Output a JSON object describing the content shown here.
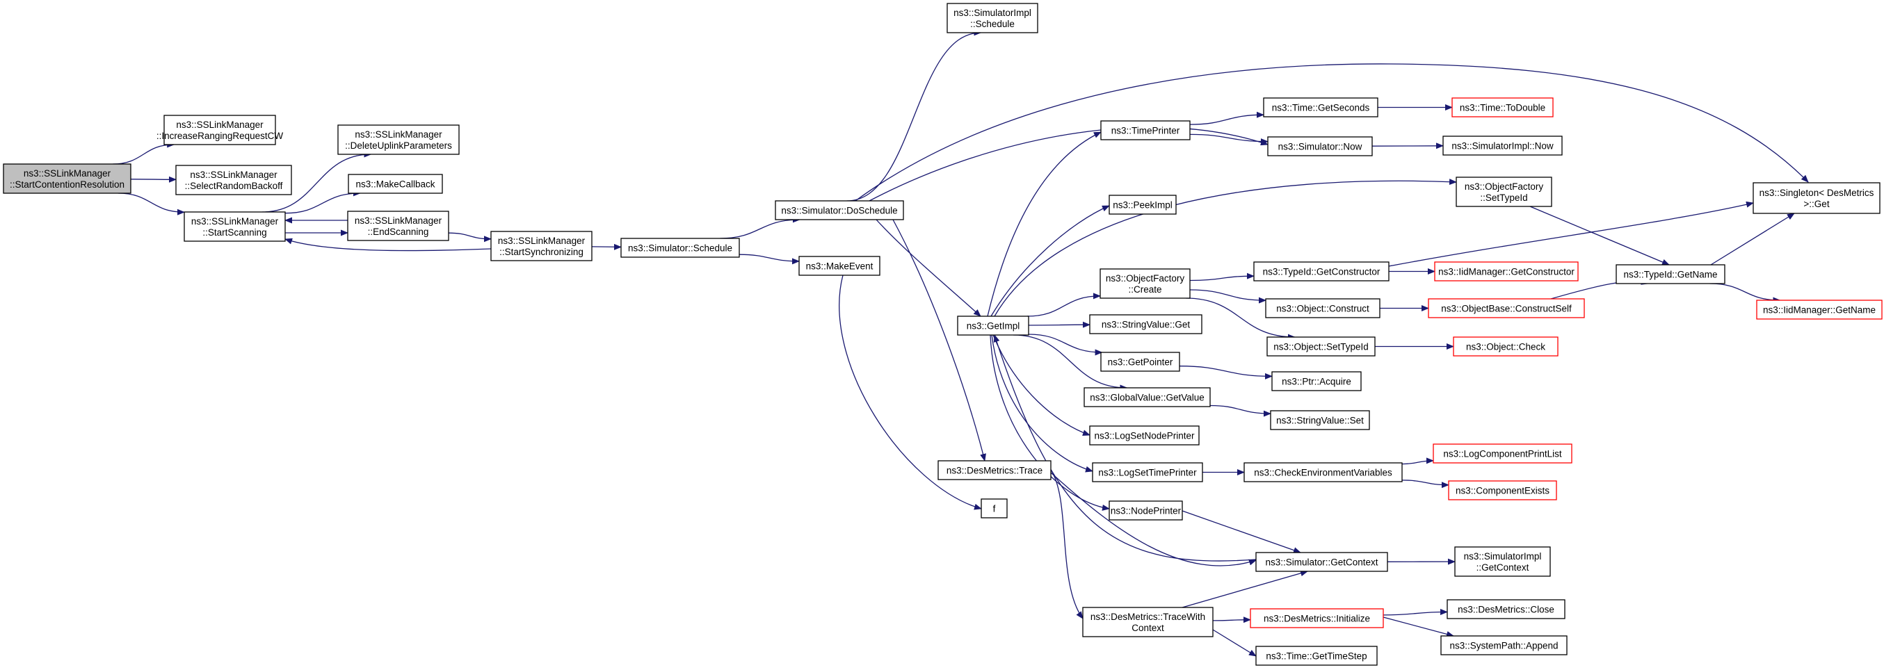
{
  "colors": {
    "edge": "#191970",
    "box_border": "#000000",
    "box_border_external": "#ff0000",
    "box_fill": "#ffffff",
    "box_fill_root": "#bfbfbf"
  },
  "nodes": [
    {
      "id": "n0",
      "lines": [
        "ns3::SSLinkManager",
        "::StartContentionResolution"
      ],
      "style": "root"
    },
    {
      "id": "n1",
      "lines": [
        "ns3::SSLinkManager",
        "::IncreaseRangingRequestCW"
      ],
      "style": "normal"
    },
    {
      "id": "n2",
      "lines": [
        "ns3::SSLinkManager",
        "::SelectRandomBackoff"
      ],
      "style": "normal"
    },
    {
      "id": "n3",
      "lines": [
        "ns3::SSLinkManager",
        "::StartScanning"
      ],
      "style": "normal"
    },
    {
      "id": "n4",
      "lines": [
        "ns3::SSLinkManager",
        "::DeleteUplinkParameters"
      ],
      "style": "normal"
    },
    {
      "id": "n5",
      "lines": [
        "ns3::MakeCallback"
      ],
      "style": "normal"
    },
    {
      "id": "n6",
      "lines": [
        "ns3::SSLinkManager",
        "::EndScanning"
      ],
      "style": "normal"
    },
    {
      "id": "n7",
      "lines": [
        "ns3::SSLinkManager",
        "::StartSynchronizing"
      ],
      "style": "normal"
    },
    {
      "id": "n8",
      "lines": [
        "ns3::Simulator::Schedule"
      ],
      "style": "normal"
    },
    {
      "id": "n9",
      "lines": [
        "ns3::SimulatorImpl",
        "::Schedule"
      ],
      "style": "normal"
    },
    {
      "id": "n10",
      "lines": [
        "ns3::Simulator::DoSchedule"
      ],
      "style": "normal"
    },
    {
      "id": "n11",
      "lines": [
        "ns3::MakeEvent"
      ],
      "style": "normal"
    },
    {
      "id": "n12",
      "lines": [
        "f"
      ],
      "style": "normal"
    },
    {
      "id": "n13",
      "lines": [
        "ns3::DesMetrics::Trace"
      ],
      "style": "normal"
    },
    {
      "id": "n14",
      "lines": [
        "ns3::GetImpl"
      ],
      "style": "normal"
    },
    {
      "id": "n15",
      "lines": [
        "ns3::TimePrinter"
      ],
      "style": "normal"
    },
    {
      "id": "n16",
      "lines": [
        "ns3::PeekImpl"
      ],
      "style": "normal"
    },
    {
      "id": "n17",
      "lines": [
        "ns3::ObjectFactory",
        "::Create"
      ],
      "style": "normal"
    },
    {
      "id": "n18",
      "lines": [
        "ns3::StringValue::Get"
      ],
      "style": "normal"
    },
    {
      "id": "n19",
      "lines": [
        "ns3::GetPointer"
      ],
      "style": "normal"
    },
    {
      "id": "n20",
      "lines": [
        "ns3::GlobalValue::GetValue"
      ],
      "style": "normal"
    },
    {
      "id": "n21",
      "lines": [
        "ns3::LogSetNodePrinter"
      ],
      "style": "normal"
    },
    {
      "id": "n22",
      "lines": [
        "ns3::LogSetTimePrinter"
      ],
      "style": "normal"
    },
    {
      "id": "n23",
      "lines": [
        "ns3::NodePrinter"
      ],
      "style": "normal"
    },
    {
      "id": "n24",
      "lines": [
        "ns3::DesMetrics::TraceWith",
        "Context"
      ],
      "style": "normal"
    },
    {
      "id": "n25",
      "lines": [
        "ns3::Time::GetSeconds"
      ],
      "style": "normal"
    },
    {
      "id": "n26",
      "lines": [
        "ns3::Simulator::Now"
      ],
      "style": "normal"
    },
    {
      "id": "n27",
      "lines": [
        "ns3::TypeId::GetConstructor"
      ],
      "style": "normal"
    },
    {
      "id": "n28",
      "lines": [
        "ns3::Object::Construct"
      ],
      "style": "normal"
    },
    {
      "id": "n29",
      "lines": [
        "ns3::Object::SetTypeId"
      ],
      "style": "normal"
    },
    {
      "id": "n30",
      "lines": [
        "ns3::Ptr::Acquire"
      ],
      "style": "normal"
    },
    {
      "id": "n31",
      "lines": [
        "ns3::StringValue::Set"
      ],
      "style": "normal"
    },
    {
      "id": "n32",
      "lines": [
        "ns3::CheckEnvironmentVariables"
      ],
      "style": "normal"
    },
    {
      "id": "n33",
      "lines": [
        "ns3::Simulator::GetContext"
      ],
      "style": "normal"
    },
    {
      "id": "n34",
      "lines": [
        "ns3::DesMetrics::Initialize"
      ],
      "style": "external"
    },
    {
      "id": "n35",
      "lines": [
        "ns3::Time::GetTimeStep"
      ],
      "style": "normal"
    },
    {
      "id": "n36",
      "lines": [
        "ns3::Time::ToDouble"
      ],
      "style": "external"
    },
    {
      "id": "n37",
      "lines": [
        "ns3::SimulatorImpl::Now"
      ],
      "style": "normal"
    },
    {
      "id": "n38",
      "lines": [
        "ns3::ObjectFactory",
        "::SetTypeId"
      ],
      "style": "normal"
    },
    {
      "id": "n39",
      "lines": [
        "ns3::IidManager::GetConstructor"
      ],
      "style": "external"
    },
    {
      "id": "n40",
      "lines": [
        "ns3::ObjectBase::ConstructSelf"
      ],
      "style": "external"
    },
    {
      "id": "n41",
      "lines": [
        "ns3::Object::Check"
      ],
      "style": "external"
    },
    {
      "id": "n42",
      "lines": [
        "ns3::LogComponentPrintList"
      ],
      "style": "external"
    },
    {
      "id": "n43",
      "lines": [
        "ns3::ComponentExists"
      ],
      "style": "external"
    },
    {
      "id": "n44",
      "lines": [
        "ns3::SimulatorImpl",
        "::GetContext"
      ],
      "style": "normal"
    },
    {
      "id": "n45",
      "lines": [
        "ns3::DesMetrics::Close"
      ],
      "style": "normal"
    },
    {
      "id": "n46",
      "lines": [
        "ns3::SystemPath::Append"
      ],
      "style": "normal"
    },
    {
      "id": "n47",
      "lines": [
        "ns3::Singleton< DesMetrics",
        ">::Get"
      ],
      "style": "normal"
    },
    {
      "id": "n48",
      "lines": [
        "ns3::TypeId::GetName"
      ],
      "style": "normal"
    },
    {
      "id": "n49",
      "lines": [
        "ns3::IidManager::GetName"
      ],
      "style": "external"
    }
  ],
  "edges": [
    {
      "from": "n0",
      "to": "n1"
    },
    {
      "from": "n0",
      "to": "n2"
    },
    {
      "from": "n0",
      "to": "n3"
    },
    {
      "from": "n3",
      "to": "n4"
    },
    {
      "from": "n3",
      "to": "n5"
    },
    {
      "from": "n3",
      "to": "n6"
    },
    {
      "from": "n6",
      "to": "n3"
    },
    {
      "from": "n6",
      "to": "n7"
    },
    {
      "from": "n7",
      "to": "n3"
    },
    {
      "from": "n7",
      "to": "n8"
    },
    {
      "from": "n8",
      "to": "n10"
    },
    {
      "from": "n8",
      "to": "n11"
    },
    {
      "from": "n10",
      "to": "n9"
    },
    {
      "from": "n10",
      "to": "n47"
    },
    {
      "from": "n10",
      "to": "n26"
    },
    {
      "from": "n10",
      "to": "n14"
    },
    {
      "from": "n10",
      "to": "n13"
    },
    {
      "from": "n11",
      "to": "n12"
    },
    {
      "from": "n13",
      "to": "n24"
    },
    {
      "from": "n13",
      "to": "n33"
    },
    {
      "from": "n14",
      "to": "n15"
    },
    {
      "from": "n14",
      "to": "n16"
    },
    {
      "from": "n14",
      "to": "n38"
    },
    {
      "from": "n14",
      "to": "n17"
    },
    {
      "from": "n14",
      "to": "n18"
    },
    {
      "from": "n14",
      "to": "n19"
    },
    {
      "from": "n14",
      "to": "n20"
    },
    {
      "from": "n14",
      "to": "n21"
    },
    {
      "from": "n14",
      "to": "n22"
    },
    {
      "from": "n14",
      "to": "n23"
    },
    {
      "from": "n15",
      "to": "n25"
    },
    {
      "from": "n15",
      "to": "n26"
    },
    {
      "from": "n17",
      "to": "n27"
    },
    {
      "from": "n17",
      "to": "n28"
    },
    {
      "from": "n17",
      "to": "n29"
    },
    {
      "from": "n19",
      "to": "n30"
    },
    {
      "from": "n20",
      "to": "n31"
    },
    {
      "from": "n22",
      "to": "n32"
    },
    {
      "from": "n23",
      "to": "n33"
    },
    {
      "from": "n24",
      "to": "n33"
    },
    {
      "from": "n24",
      "to": "n34"
    },
    {
      "from": "n24",
      "to": "n35"
    },
    {
      "from": "n25",
      "to": "n36"
    },
    {
      "from": "n26",
      "to": "n37"
    },
    {
      "from": "n27",
      "to": "n39"
    },
    {
      "from": "n27",
      "to": "n47"
    },
    {
      "from": "n28",
      "to": "n40"
    },
    {
      "from": "n29",
      "to": "n41"
    },
    {
      "from": "n32",
      "to": "n42"
    },
    {
      "from": "n32",
      "to": "n43"
    },
    {
      "from": "n33",
      "to": "n44"
    },
    {
      "from": "n33",
      "to": "n14"
    },
    {
      "from": "n34",
      "to": "n45"
    },
    {
      "from": "n34",
      "to": "n46"
    },
    {
      "from": "n38",
      "to": "n48"
    },
    {
      "from": "n40",
      "to": "n48"
    },
    {
      "from": "n48",
      "to": "n47"
    },
    {
      "from": "n48",
      "to": "n49"
    }
  ]
}
